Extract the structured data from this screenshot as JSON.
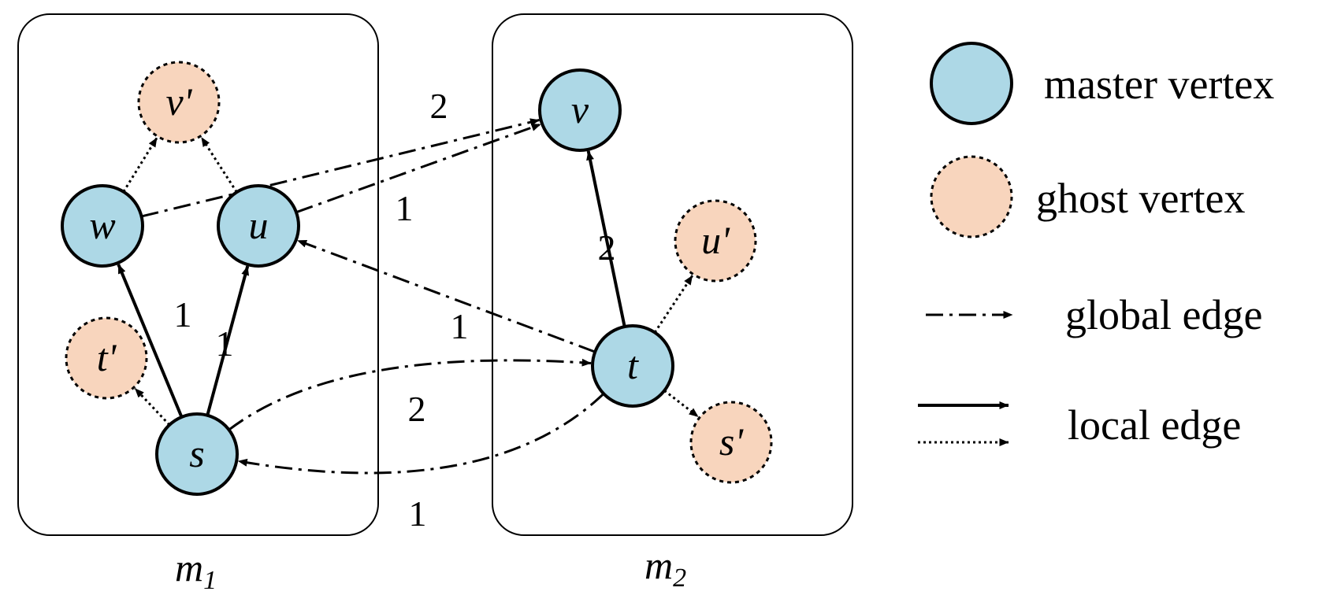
{
  "colors": {
    "master_fill": "#add8e6",
    "ghost_fill": "#f8d5bd",
    "stroke": "#000000"
  },
  "machines": [
    {
      "id": "m1",
      "letter": "m",
      "sub": "1"
    },
    {
      "id": "m2",
      "letter": "m",
      "sub": "2"
    }
  ],
  "nodes": [
    {
      "id": "vp",
      "label": "v'",
      "kind": "ghost",
      "machine": "m1"
    },
    {
      "id": "w",
      "label": "w",
      "kind": "master",
      "machine": "m1"
    },
    {
      "id": "u",
      "label": "u",
      "kind": "master",
      "machine": "m1"
    },
    {
      "id": "tp",
      "label": "t'",
      "kind": "ghost",
      "machine": "m1"
    },
    {
      "id": "s",
      "label": "s",
      "kind": "master",
      "machine": "m1"
    },
    {
      "id": "v",
      "label": "v",
      "kind": "master",
      "machine": "m2"
    },
    {
      "id": "up",
      "label": "u'",
      "kind": "ghost",
      "machine": "m2"
    },
    {
      "id": "t",
      "label": "t",
      "kind": "master",
      "machine": "m2"
    },
    {
      "id": "sp",
      "label": "s'",
      "kind": "ghost",
      "machine": "m2"
    }
  ],
  "edges": [
    {
      "id": "w-vp",
      "from": "w",
      "to": "vp",
      "type": "local-dotted",
      "weight": ""
    },
    {
      "id": "u-vp",
      "from": "u",
      "to": "vp",
      "type": "local-dotted",
      "weight": ""
    },
    {
      "id": "s-w",
      "from": "s",
      "to": "w",
      "type": "local-solid",
      "weight": "1"
    },
    {
      "id": "s-u",
      "from": "s",
      "to": "u",
      "type": "local-solid",
      "weight": "1"
    },
    {
      "id": "s-tp",
      "from": "s",
      "to": "tp",
      "type": "local-dotted",
      "weight": ""
    },
    {
      "id": "t-v",
      "from": "t",
      "to": "v",
      "type": "local-solid",
      "weight": "2"
    },
    {
      "id": "t-up",
      "from": "t",
      "to": "up",
      "type": "local-dotted",
      "weight": ""
    },
    {
      "id": "t-sp",
      "from": "t",
      "to": "sp",
      "type": "local-dotted",
      "weight": ""
    },
    {
      "id": "w-v",
      "from": "w",
      "to": "v",
      "type": "global",
      "weight": "2"
    },
    {
      "id": "u-v",
      "from": "u",
      "to": "v",
      "type": "global",
      "weight": "1"
    },
    {
      "id": "t-u",
      "from": "t",
      "to": "u",
      "type": "global",
      "weight": "1"
    },
    {
      "id": "s-t",
      "from": "s",
      "to": "t",
      "type": "global",
      "weight": "2"
    },
    {
      "id": "t-s",
      "from": "t",
      "to": "s",
      "type": "global",
      "weight": "1"
    }
  ],
  "legend": {
    "master": "master vertex",
    "ghost": "ghost vertex",
    "global": "global edge",
    "local": "local edge"
  }
}
